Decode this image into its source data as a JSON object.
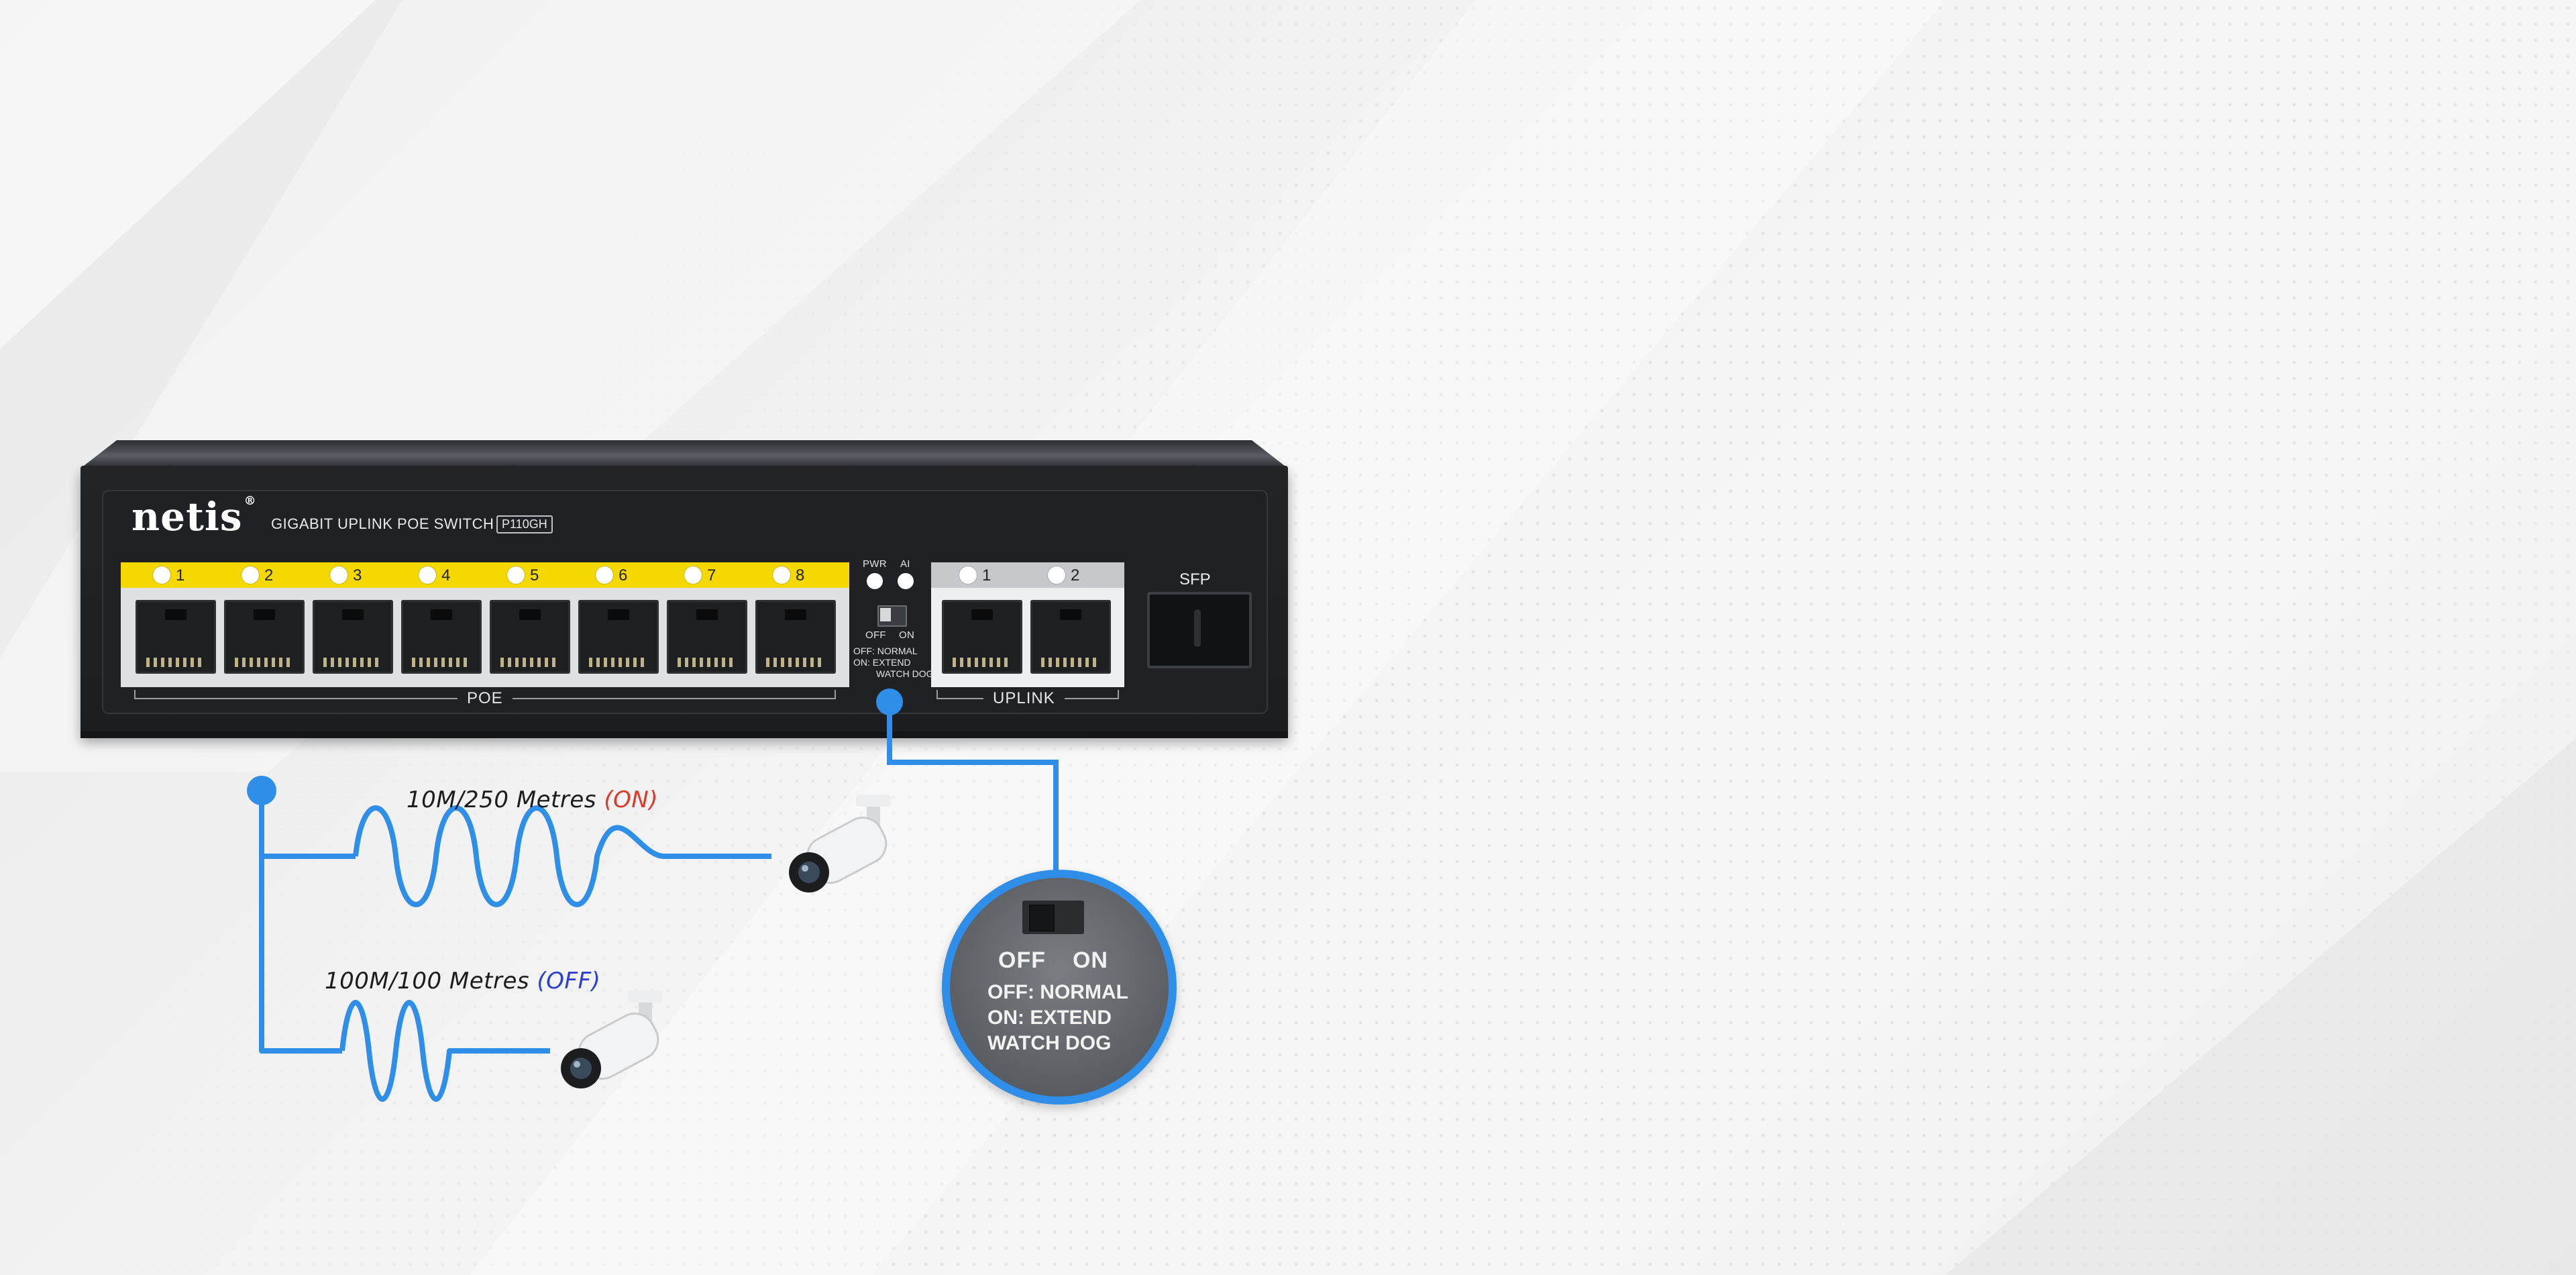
{
  "brand": {
    "logo_text": "netis",
    "registered_mark": "®"
  },
  "product": {
    "title": "GIGABIT UPLINK POE SWITCH",
    "model": "P110GH"
  },
  "poe_ports": [
    "1",
    "2",
    "3",
    "4",
    "5",
    "6",
    "7",
    "8"
  ],
  "uplink_ports": [
    "1",
    "2"
  ],
  "groups": {
    "poe": "POE",
    "uplink": "UPLINK",
    "sfp": "SFP"
  },
  "status_leds": {
    "pwr": "PWR",
    "ai": "AI"
  },
  "dip_switch": {
    "off": "OFF",
    "on": "ON",
    "legend": [
      "OFF: NORMAL",
      "ON: EXTEND",
      "WATCH DOG"
    ]
  },
  "callout": {
    "off": "OFF",
    "on": "ON",
    "legend": [
      "OFF: NORMAL",
      "ON: EXTEND",
      "WATCH DOG"
    ]
  },
  "cables": [
    {
      "speed_distance": "10M/250 Metres",
      "mode": "(ON)"
    },
    {
      "speed_distance": "100M/100 Metres",
      "mode": "(OFF)"
    }
  ],
  "colors": {
    "accent_blue": "#2f8ee8",
    "poe_yellow": "#f4d800",
    "mode_on_red": "#d93a2a",
    "mode_off_blue": "#2b3fd0",
    "chassis": "#1f2124"
  },
  "icons": [
    "cctv-camera-icon",
    "dip-switch-icon",
    "rj45-port-icon",
    "sfp-port-icon"
  ]
}
